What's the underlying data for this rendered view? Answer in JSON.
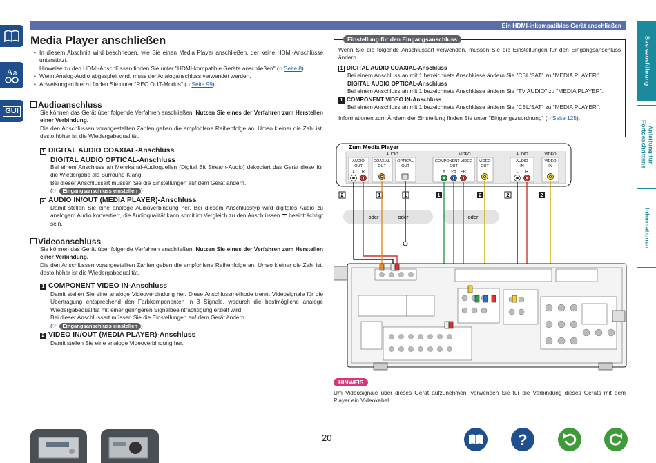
{
  "header": {
    "section_title": "Ein HDMI-inkompatibles Gerät anschließen"
  },
  "page_title": "Media Player anschließen",
  "left_nav": {
    "icons": [
      "book-icon",
      "text-size-icon",
      "gui-icon"
    ],
    "aa_label": "Aa",
    "gui_label": "GUI"
  },
  "intro": {
    "b1": "In diesem Abschnitt wird beschrieben, wie Sie einen Media Player anschließen, der keine HDMI-Anschlüsse unterstützt.",
    "b1_cont_a": "Hinweise zu den HDMI-Anschlüssen finden Sie unter \"HDMI-kompatible Geräte anschließen\" (",
    "b1_link": "Seite 8",
    "b1_cont_b": ").",
    "b2": "Wenn Analog-Audio abgespielt wird, muss der Analoganschluss verwendet werden.",
    "b3_a": "Anweisungen hierzu finden Sie unter \"REC OUT-Modus\" (",
    "b3_link": "Seite 99",
    "b3_b": ")."
  },
  "audio": {
    "title": "Audioanschluss",
    "p1a": "Sie können das Gerät über folgende Verfahren anschließen.",
    "p1b": "Nutzen Sie eines der Verfahren zum Herstellen einer Verbindung.",
    "p2": "Die den Anschlüssen vorangestellten Zahlen geben die empfohlene Reihenfolge an. Umso kleiner die Zahl ist, desto höher ist die Wiedergabequalität.",
    "i1_num": "1",
    "i1_title_a": "DIGITAL AUDIO COAXIAL-Anschluss",
    "i1_title_b": "DIGITAL AUDIO OPTICAL-Anschluss",
    "i1_t1": "Bei einem Anschluss an Mehrkanal-Audioquellen (Digital Bit Stream-Audio) dekodiert das Gerät diese für die Wiedergabe als Surround-Klang.",
    "i1_t2": "Bei dieser Anschlussart müssen Sie die Einstellungen auf dem Gerät ändern.",
    "i1_pill": "Eingangsanschluss einstellen",
    "i2_num": "2",
    "i2_title": "AUDIO IN/OUT (MEDIA PLAYER)-Anschluss",
    "i2_t1a": "Damit stellen Sie eine analoge Audioverbindung her. Bei diesem Anschlusstyp wird digitales Audio zu analogem Audio konvertiert, die Audioqualität kann somit im Vergleich zu den Anschlüssen",
    "i2_box": "1",
    "i2_t1b": "beeinträchtigt sein."
  },
  "video": {
    "title": "Videoanschluss",
    "p1a": "Sie können das Gerät über folgende Verfahren anschließen.",
    "p1b": "Nutzen Sie eines der Verfahren zum Herstellen einer Verbindung.",
    "p2": "Die den Anschlüssen vorangestellten Zahlen geben die empfohlene Reihenfolge an. Umso kleiner die Zahl ist, desto höher ist die Wiedergabequalität.",
    "i1_num": "1",
    "i1_title": "COMPONENT VIDEO IN-Anschluss",
    "i1_t1": "Damit stellen Sie eine analoge Videoverbindung her. Diese Anschlussmethode trennt Videosignale für die Übertragung entsprechend den Farbkomponenten in 3 Signale, wodurch die bestmögliche analoge Wiedergabequalität mit einer geringeren Signalbeeinträchtigung erzielt wird.",
    "i1_t2": "Bei dieser Anschlussart müssen Sie die Einstellungen auf dem Gerät ändern.",
    "i1_pill": "Eingangsanschluss einstellen",
    "i2_num": "2",
    "i2_title": "VIDEO IN/OUT (MEDIA PLAYER)-Anschluss",
    "i2_t1": "Damit stellen Sie eine analoge Videoverbindung her."
  },
  "settings": {
    "label": "Einstellung für den Eingangsanschluss",
    "intro": "Wenn Sie die folgende Anschlussart verwenden, müssen Sie die Einstellungen für den Eingangsanschluss ändern.",
    "i1_num": "1",
    "i1_a": "DIGITAL AUDIO COAXIAL-Anschluss",
    "i1_b": "DIGITAL AUDIO OPTICAL-Anschluss",
    "i1_t1": "Bei einem Anschluss an mit 1 bezeichnete Anschlüsse ändern Sie \"CBL/SAT\" zu \"MEDIA PLAYER\".",
    "i1_t2": "Bei einem Anschluss an mit 1 bezeichnete Anschlüsse ändern Sie \"TV AUDIO\" zu \"MEDIA PLAYER\".",
    "i2_num": "1",
    "i2_title": "COMPONENT VIDEO IN-Anschluss",
    "i2_t1": "Bei einem Anschluss an mit 1 bezeichnete Anschlüsse ändern Sie \"CBL/SAT\" zu \"MEDIA PLAYER\".",
    "footer_a": "Informationen zum Ändern der Einstellung finden Sie unter \"Eingangszuordnung\" (",
    "footer_link": "Seite 125",
    "footer_b": ")."
  },
  "diagram": {
    "device_label": "Zum Media Player",
    "g_audio": "AUDIO",
    "g_video": "VIDEO",
    "g_audio2": "AUDIO",
    "g_video2": "VIDEO",
    "c1": "AUDIO",
    "c1b": "OUT",
    "c1l": "L",
    "c1r": "R",
    "c2": "COAXIAL",
    "c2b": "OUT",
    "c3": "OPTICAL",
    "c3b": "OUT",
    "c4": "COMPONENT VIDEO",
    "c4b": "OUT",
    "c4y": "Y",
    "c4pb": "PB",
    "c4pr": "PR",
    "c5": "VIDEO",
    "c5b": "OUT",
    "c6": "AUDIO",
    "c6b": "IN",
    "c6l": "L",
    "c6r": "R",
    "c7": "VIDEO",
    "c7b": "IN",
    "badge1": "2",
    "badge2": "1",
    "badge3": "1",
    "badge4": "1",
    "badge5": "2",
    "badge6": "2",
    "badge7": "2",
    "oder1": "oder",
    "oder2": "oder",
    "oder3": "oder"
  },
  "hinweis": {
    "label": "HINWEIS",
    "text": "Um Videosignale über dieses Gerät aufzunehmen, verwenden Sie für die Verbindung dieses Geräts mit dem Player ein Videokabel."
  },
  "right_tabs": [
    "Basisausführung",
    "Anleitung für Fortgeschrittene",
    "Informationen"
  ],
  "footer": {
    "page_number": "20"
  }
}
